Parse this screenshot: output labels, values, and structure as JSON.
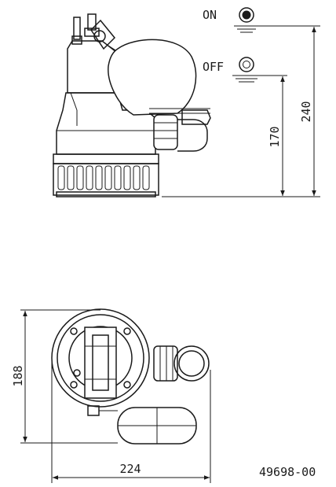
{
  "labels": {
    "on": "ON",
    "off": "OFF",
    "dim_240": "240",
    "dim_170": "170",
    "dim_188": "188",
    "dim_224": "224",
    "drawing_number": "49698-00"
  }
}
